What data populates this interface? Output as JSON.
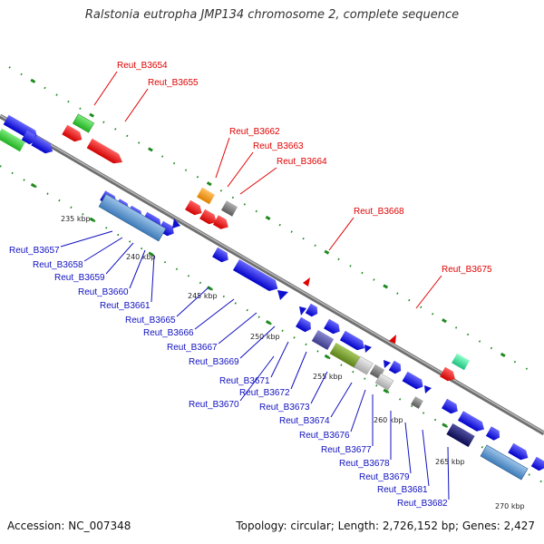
{
  "title": "Ralstonia eutropha JMP134 chromosome 2, complete sequence",
  "footer": {
    "accession": "Accession: NC_007348",
    "summary": "Topology: circular; Length: 2,726,152 bp; Genes: 2,427"
  },
  "scale_labels": [
    "235 kbp",
    "240 kbp",
    "245 kbp",
    "250 kbp",
    "255 kbp",
    "260 kbp",
    "265 kbp",
    "270 kbp"
  ],
  "top_strand_labels": [
    "Reut_B3654",
    "Reut_B3655",
    "Reut_B3662",
    "Reut_B3663",
    "Reut_B3664",
    "Reut_B3668",
    "Reut_B3675"
  ],
  "bottom_strand_labels": [
    "Reut_B3657",
    "Reut_B3658",
    "Reut_B3659",
    "Reut_B3660",
    "Reut_B3661",
    "Reut_B3665",
    "Reut_B3666",
    "Reut_B3667",
    "Reut_B3669",
    "Reut_B3671",
    "Reut_B3672",
    "Reut_B3670",
    "Reut_B3673",
    "Reut_B3674",
    "Reut_B3676",
    "Reut_B3677",
    "Reut_B3678",
    "Reut_B3679",
    "Reut_B3681",
    "Reut_B3682"
  ],
  "colors": {
    "top_label": "#e00000",
    "bottom_label": "#1010c0",
    "backbone": "#8a8a8a",
    "tick": "#1f8a1f"
  }
}
